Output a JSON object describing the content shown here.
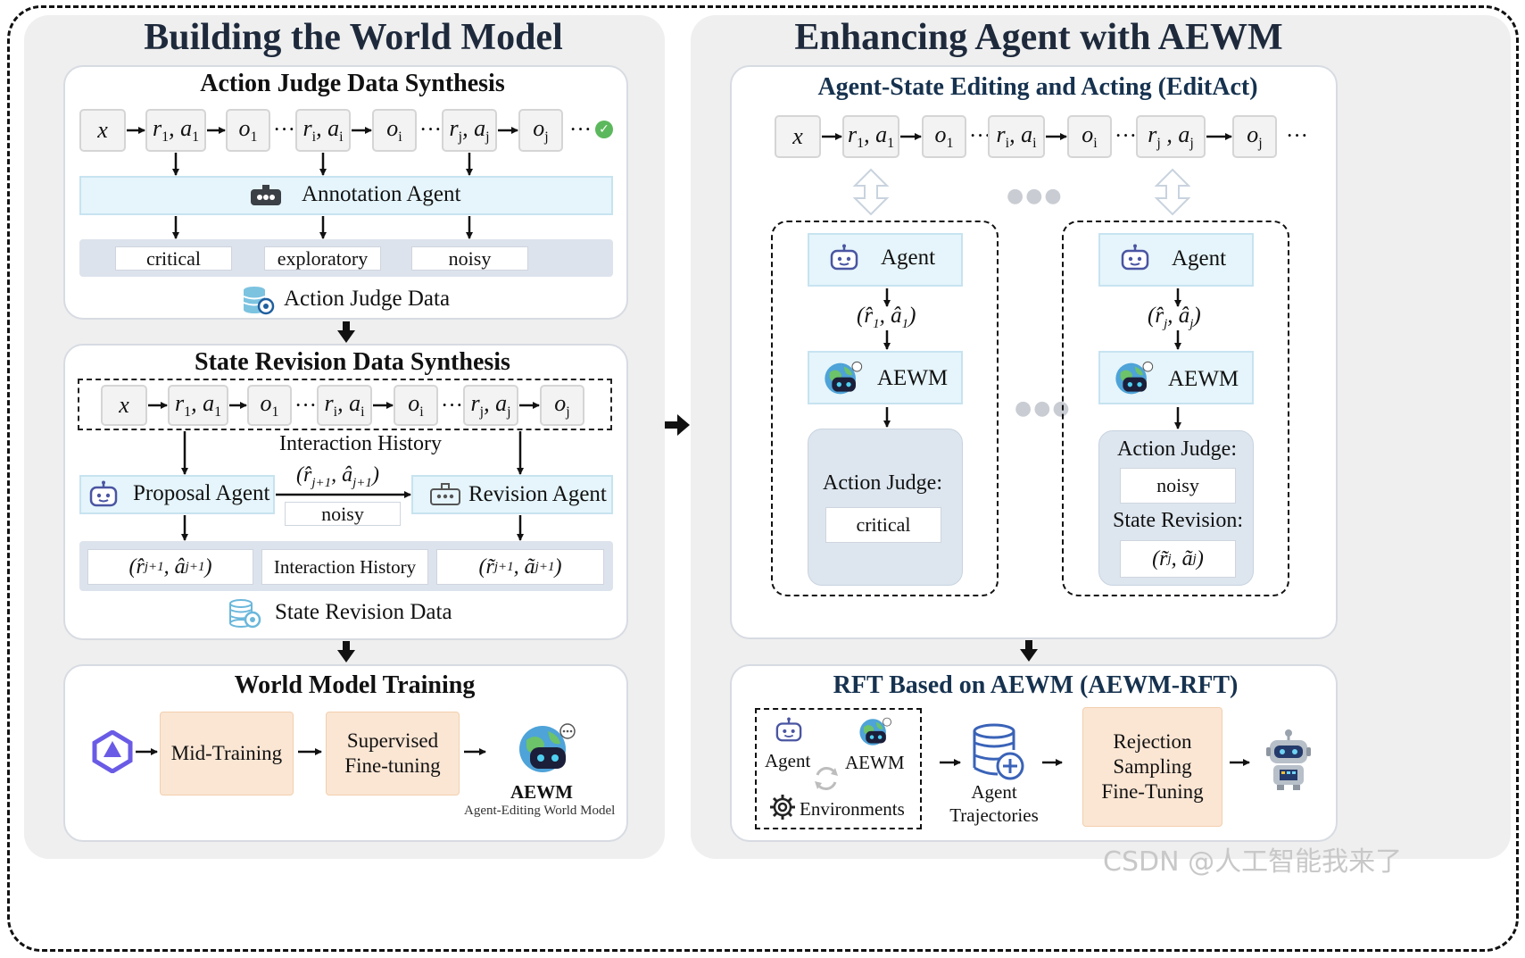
{
  "left": {
    "title": "Building the World Model",
    "ajds": {
      "title": "Action Judge Data Synthesis",
      "annotation_agent": "Annotation Agent",
      "labels": [
        "critical",
        "exploratory",
        "noisy"
      ],
      "data_label": "Action Judge Data"
    },
    "srds": {
      "title": "State Revision Data Synthesis",
      "interaction_history": "Interaction History",
      "proposal_agent": "Proposal Agent",
      "revision_agent": "Revision Agent",
      "arrow_label": "(r̂j+1, âj+1)",
      "noisy": "noisy",
      "out_left": "(r̂j+1, âj+1)",
      "out_mid": "Interaction History",
      "out_right": "(r̃j+1, ãj+1)",
      "data_label": "State Revision Data"
    },
    "wmt": {
      "title": "World Model Training",
      "mid": "Mid-Training",
      "sft": [
        "Supervised",
        "Fine-tuning"
      ],
      "aewm": "AEWM",
      "aewm_sub": "Agent-Editing World Model"
    }
  },
  "right": {
    "title": "Enhancing Agent with AEWM",
    "editact": {
      "title": "Agent-State Editing and Acting (EditAct)",
      "agent": "Agent",
      "aewm": "AEWM",
      "left_pair": "(r̂1, â1)",
      "right_pair": "(r̂j, âj)",
      "left_judge_label": "Action Judge:",
      "left_judge_value": "critical",
      "right_judge_label": "Action Judge:",
      "right_judge_value": "noisy",
      "right_state_label": "State Revision:",
      "right_state_value": "(r̃j, ãj )"
    },
    "rft": {
      "title": "RFT Based on AEWM (AEWM-RFT)",
      "agent": "Agent",
      "aewm": "AEWM",
      "environments": "Environments",
      "trajectories": [
        "Agent",
        "Trajectories"
      ],
      "rejection": [
        "Rejection",
        "Sampling",
        "Fine-Tuning"
      ]
    }
  },
  "tokens": {
    "x": "x",
    "r1a1": "r1, a1",
    "o1": "o1",
    "riai": "ri, ai",
    "oi": "oi",
    "rjaj": "rj, aj",
    "oj": "oj",
    "ellipsis": "···"
  },
  "watermark": "CSDN @人工智能我来了",
  "colors": {
    "light_blue": "#e5f5fb",
    "peach": "#fbe6d4",
    "gray_blue": "#dde6ef",
    "check": "#5cb85c"
  }
}
